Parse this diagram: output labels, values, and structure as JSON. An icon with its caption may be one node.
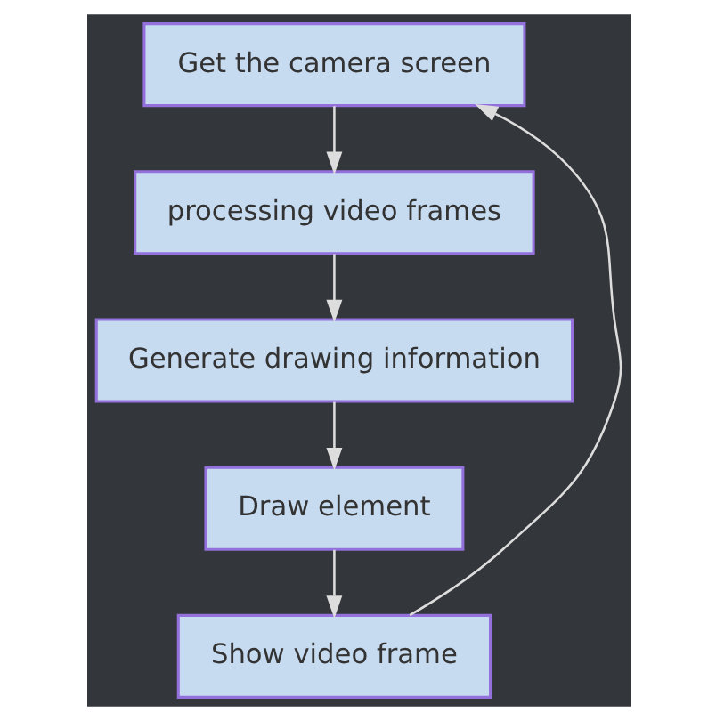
{
  "diagram": {
    "nodes": [
      {
        "text": [
          "Get the camera screen"
        ]
      },
      {
        "text": [
          "processing video frames"
        ]
      },
      {
        "text": [
          "Generate drawing information"
        ]
      },
      {
        "text": [
          "Draw element"
        ]
      },
      {
        "text": [
          "Show video frame"
        ]
      }
    ],
    "edges": [
      {
        "from": 0,
        "to": 1,
        "arrow": "to"
      },
      {
        "from": 1,
        "to": 2,
        "arrow": "to"
      },
      {
        "from": 2,
        "to": 3,
        "arrow": "to"
      },
      {
        "from": 3,
        "to": 4,
        "arrow": "to"
      },
      {
        "from": 4,
        "to": 0,
        "arrow": "to"
      }
    ]
  }
}
